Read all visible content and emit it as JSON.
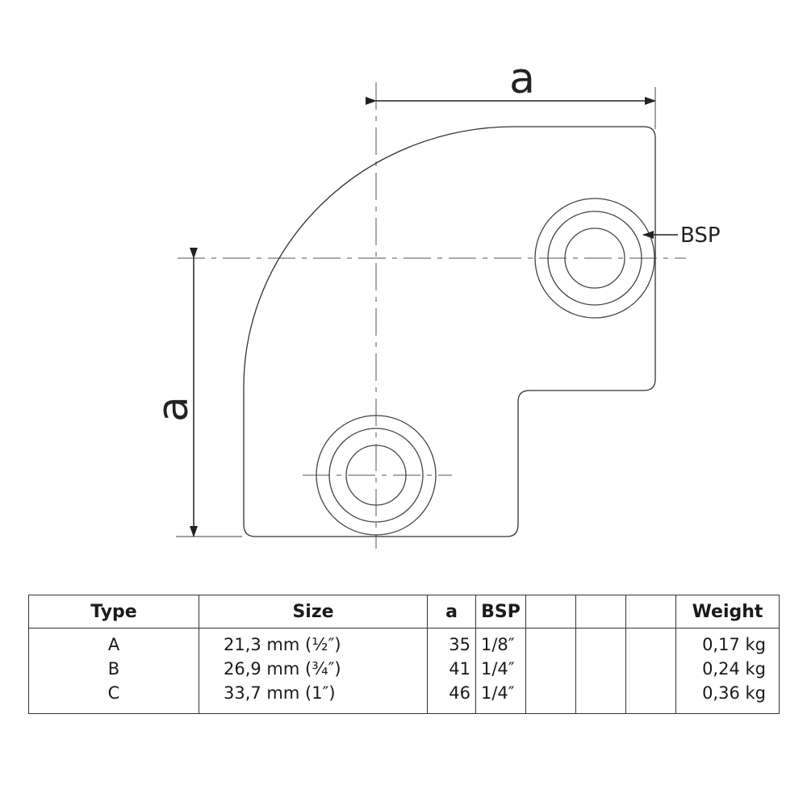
{
  "drawing": {
    "dimension_horizontal": "a",
    "dimension_vertical": "a",
    "thread_label": "BSP"
  },
  "table": {
    "headers": [
      "Type",
      "Size",
      "a",
      "BSP",
      "",
      "",
      "",
      "Weight"
    ],
    "rows": [
      {
        "type": "A",
        "size": "21,3 mm (½″)",
        "a": "35",
        "bsp": "1/8″",
        "weight": "0,17 kg"
      },
      {
        "type": "B",
        "size": "26,9 mm (¾″)",
        "a": "41",
        "bsp": "1/4″",
        "weight": "0,24 kg"
      },
      {
        "type": "C",
        "size": "33,7 mm (1″)",
        "a": "46",
        "bsp": "1/4″",
        "weight": "0,36 kg"
      }
    ]
  }
}
